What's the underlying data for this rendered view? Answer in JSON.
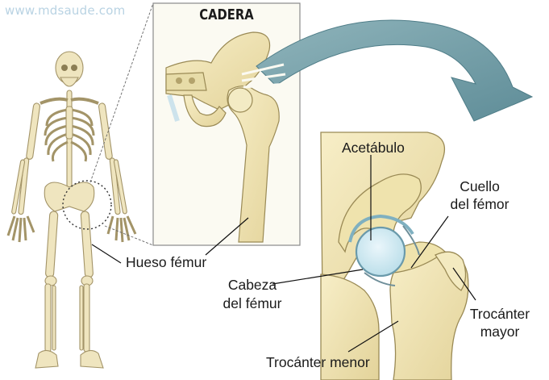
{
  "watermark": "www.mdsaude.com",
  "panel_title": "CADERA",
  "labels": {
    "hueso_femur": "Hueso fémur",
    "acetabulo": "Acetábulo",
    "cuello_1": "Cuello",
    "cuello_2": "del fémor",
    "cabeza_1": "Cabeza",
    "cabeza_2": "del fémur",
    "trocanter_mayor_1": "Trocánter",
    "trocanter_mayor_2": "mayor",
    "trocanter_menor": "Trocánter menor"
  },
  "colors": {
    "bone": "#f2e7b8",
    "bone_shade": "#d8c98c",
    "bone_outline": "#9a8a55",
    "cartilage": "#cfe6ef",
    "arrow": "#6f98a2",
    "panel_border": "#8a8a8a"
  }
}
